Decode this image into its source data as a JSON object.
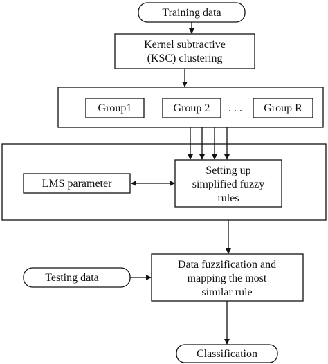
{
  "nodes": {
    "training_data": "Training data",
    "ksc_line1": "Kernel subtractive",
    "ksc_line2": "(KSC) clustering",
    "group1": "Group1",
    "group2": "Group 2",
    "ellipsis": ". . .",
    "groupR": "Group R",
    "lms": "LMS parameter",
    "rules_line1": "Setting up",
    "rules_line2": "simplified fuzzy",
    "rules_line3": "rules",
    "testing_data": "Testing data",
    "fuzz_line1": "Data fuzzification and",
    "fuzz_line2": "mapping the most",
    "fuzz_line3": "similar rule",
    "classification": "Classification"
  }
}
